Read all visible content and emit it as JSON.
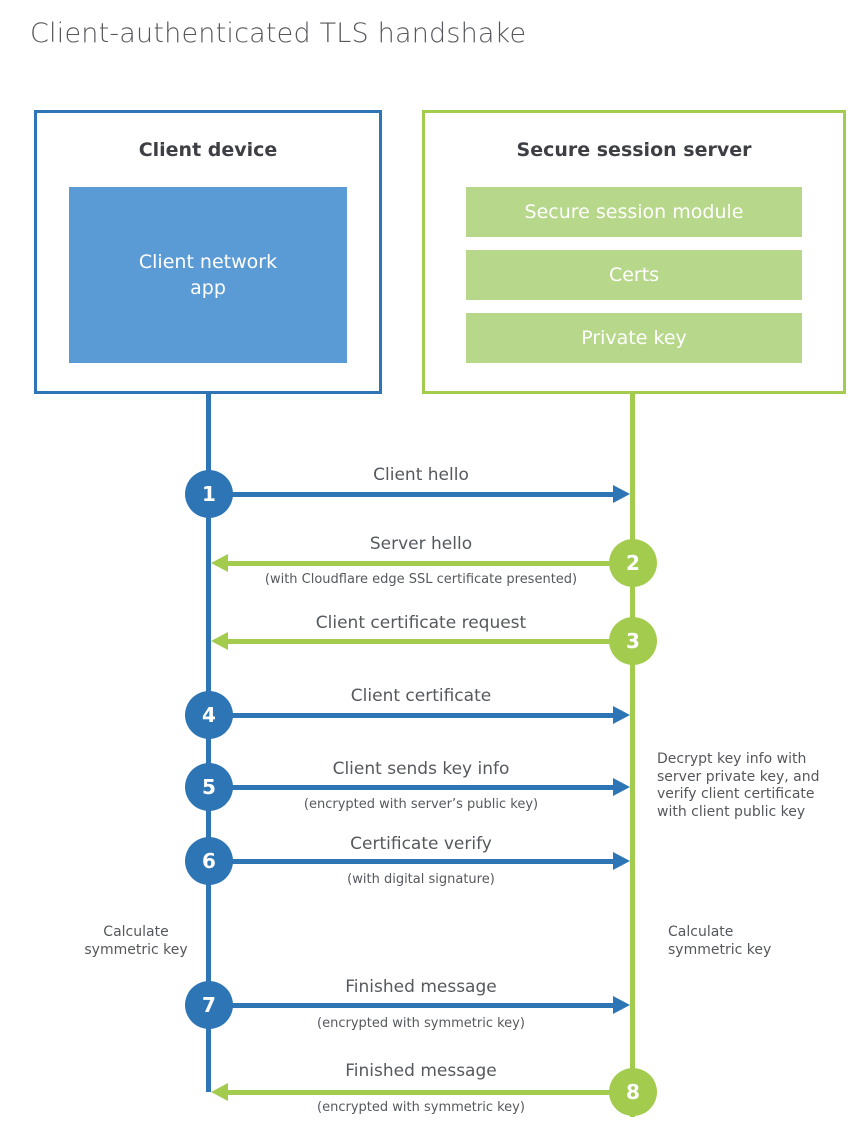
{
  "title": "Client-authenticated TLS handshake",
  "colors": {
    "blue": "#2e75b6",
    "light_blue": "#5b9bd5",
    "green": "#a3cc4e",
    "light_green": "#b7d88a"
  },
  "client": {
    "title": "Client device",
    "app_label": "Client network app"
  },
  "server": {
    "title": "Secure session server",
    "modules": [
      "Secure session module",
      "Certs",
      "Private key"
    ]
  },
  "steps": [
    {
      "num": "1",
      "label": "Client hello",
      "sublabel": "",
      "direction": "client-to-server"
    },
    {
      "num": "2",
      "label": "Server hello",
      "sublabel": "(with Cloudflare edge SSL certificate presented)",
      "direction": "server-to-client"
    },
    {
      "num": "3",
      "label": "Client certificate request",
      "sublabel": "",
      "direction": "server-to-client"
    },
    {
      "num": "4",
      "label": "Client certificate",
      "sublabel": "",
      "direction": "client-to-server"
    },
    {
      "num": "5",
      "label": "Client sends key info",
      "sublabel": "(encrypted with server’s public key)",
      "direction": "client-to-server"
    },
    {
      "num": "6",
      "label": "Certificate verify",
      "sublabel": "(with digital signature)",
      "direction": "client-to-server"
    },
    {
      "num": "7",
      "label": "Finished message",
      "sublabel": "(encrypted with symmetric key)",
      "direction": "client-to-server"
    },
    {
      "num": "8",
      "label": "Finished message",
      "sublabel": "(encrypted with symmetric key)",
      "direction": "server-to-client"
    }
  ],
  "annotations": {
    "decrypt_note": "Decrypt key info with server private key, and verify client certificate with client public key",
    "calc_left": "Calculate symmetric key",
    "calc_right": "Calculate symmetric key"
  }
}
